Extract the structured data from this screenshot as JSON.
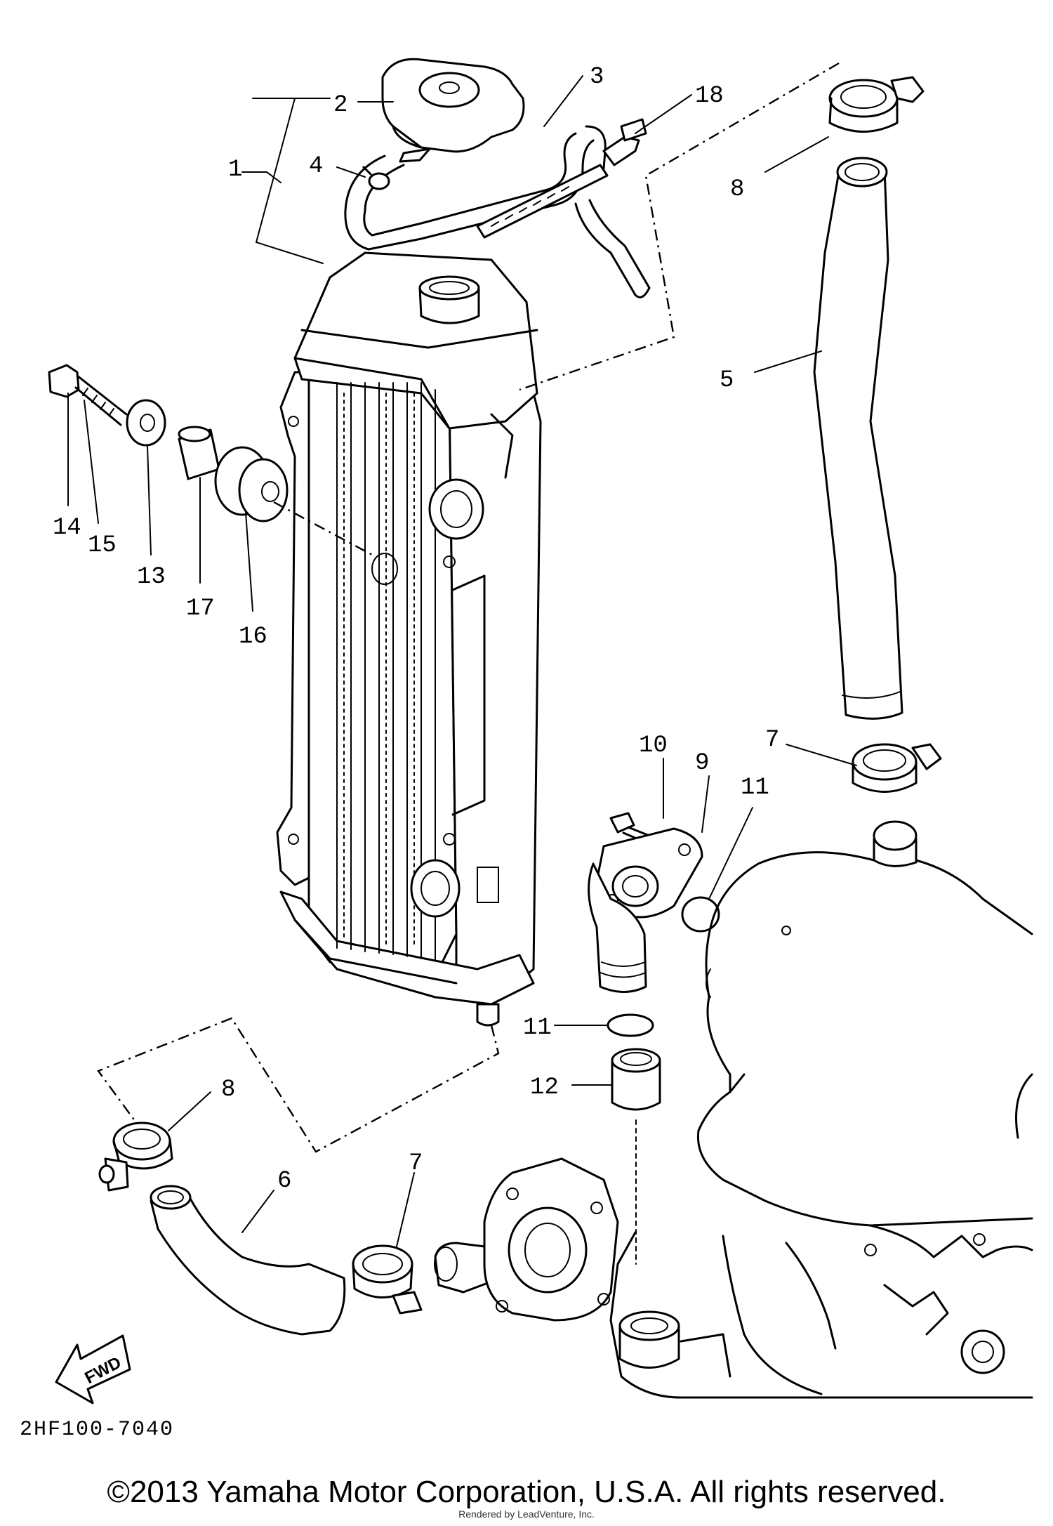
{
  "diagram": {
    "callouts": {
      "c1": "1",
      "c2": "2",
      "c3": "3",
      "c4": "4",
      "c5": "5",
      "c6": "6",
      "c7a": "7",
      "c7b": "7",
      "c8a": "8",
      "c8b": "8",
      "c9": "9",
      "c10": "10",
      "c11a": "11",
      "c11b": "11",
      "c12": "12",
      "c13": "13",
      "c14": "14",
      "c15": "15",
      "c16": "16",
      "c17": "17",
      "c18": "18"
    },
    "fwd_label": "FWD",
    "drawing_code": "2HF100-7040"
  },
  "footer": {
    "copyright": "©2013 Yamaha Motor Corporation, U.S.A. All rights reserved.",
    "rendered_by": "Rendered by LeadVenture, Inc."
  }
}
